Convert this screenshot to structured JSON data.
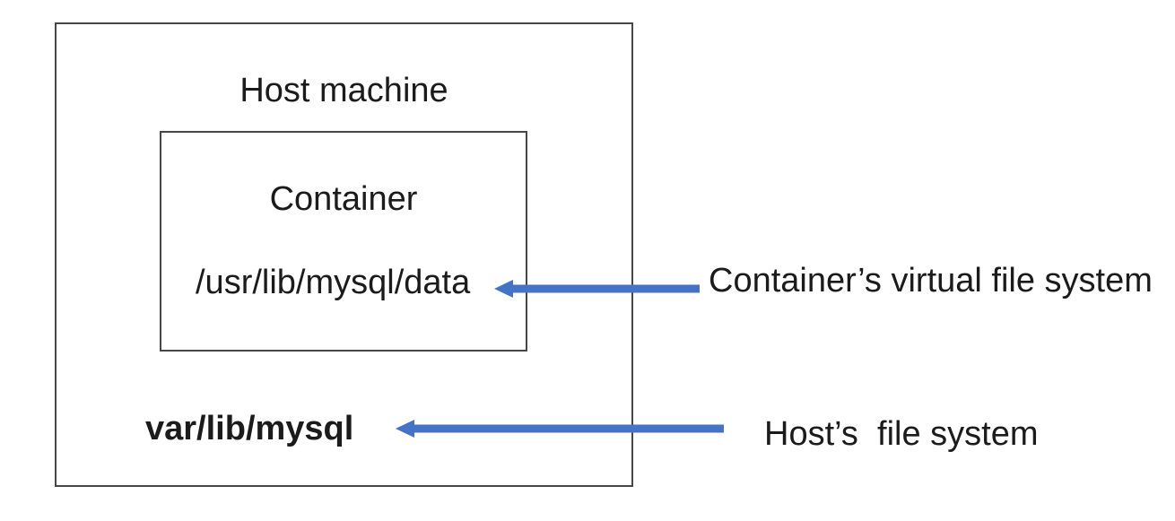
{
  "diagram": {
    "host_label": "Host machine",
    "container_label": "Container",
    "container_path": "/usr/lib/mysql/data",
    "host_path": "var/lib/mysql",
    "annotations": [
      {
        "label": "Container’s virtual file system",
        "points_to": "/usr/lib/mysql/data"
      },
      {
        "label": "Host’s  file system",
        "points_to": "var/lib/mysql"
      }
    ],
    "colors": {
      "arrow": "#4472C4",
      "box_border": "#474747",
      "text": "#1b1b1b",
      "background": "#ffffff"
    },
    "icons": [
      "left-arrow-icon",
      "left-arrow-icon"
    ]
  }
}
